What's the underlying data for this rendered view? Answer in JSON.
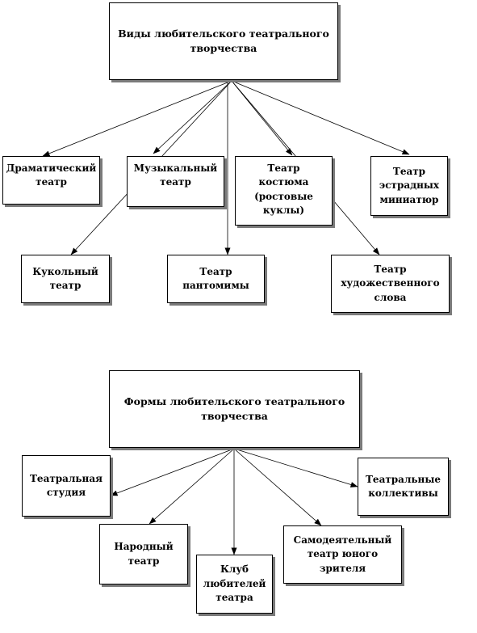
{
  "diagram1": {
    "root": "Виды любительского театрального\nтворчества",
    "nodes": [
      {
        "id": "drama",
        "label": "Драматический\nтеатр"
      },
      {
        "id": "music",
        "label": "Музыкальный\nтеатр"
      },
      {
        "id": "costume",
        "label": "Театр\nкостюма\n(ростовые\nкуклы)"
      },
      {
        "id": "estrada",
        "label": "Театр\nэстрадных\nминиатюр"
      },
      {
        "id": "puppet",
        "label": "Кукольный\nтеатр"
      },
      {
        "id": "pantomime",
        "label": "Театр\nпантомимы"
      },
      {
        "id": "word",
        "label": "Театр\nхудожественного\nслова"
      }
    ]
  },
  "diagram2": {
    "root": "Формы любительского театрального\nтворчества",
    "nodes": [
      {
        "id": "studio",
        "label": "Театральная\nстудия"
      },
      {
        "id": "collectives",
        "label": "Театральные\nколлективы"
      },
      {
        "id": "folk",
        "label": "Народный\nтеатр"
      },
      {
        "id": "club",
        "label": "Клуб\nлюбителей\nтеатра"
      },
      {
        "id": "youth",
        "label": "Самодеятельный\nтеатр юного\nзрителя"
      }
    ]
  },
  "style": {
    "line_color": "#000000",
    "shadow_color": "#7a7a7a"
  }
}
